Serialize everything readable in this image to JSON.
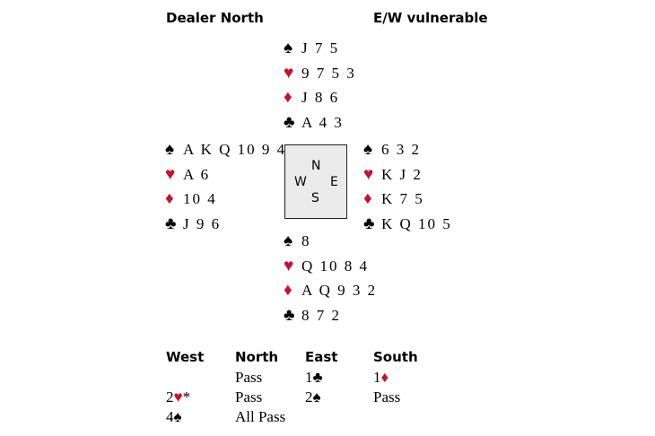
{
  "header": {
    "dealer": "Dealer North",
    "vulnerability": "E/W vulnerable"
  },
  "hands": {
    "north": {
      "spades": "J 7 5",
      "hearts": "9 7 5 3",
      "diamonds": "J 8 6",
      "clubs": "A 4 3"
    },
    "west": {
      "spades": "A K Q 10 9 4",
      "hearts": "A 6",
      "diamonds": "10 4",
      "clubs": "J 9 6"
    },
    "east": {
      "spades": "6 3 2",
      "hearts": "K J 2",
      "diamonds": "K 7 5",
      "clubs": "K Q 10 5"
    },
    "south": {
      "spades": "8",
      "hearts": "Q 10 8 4",
      "diamonds": "A Q 9 3 2",
      "clubs": "8 7 2"
    }
  },
  "compass": {
    "n": "N",
    "w": "W",
    "e": "E",
    "s": "S"
  },
  "auction": {
    "headers": {
      "west": "West",
      "north": "North",
      "east": "East",
      "south": "South"
    },
    "r1_north": "Pass",
    "r1_east_level": "1",
    "r1_east_suit": "♣",
    "r1_south_level": "1",
    "r1_south_suit": "♦",
    "r2_west_level": "2",
    "r2_west_suit": "♥",
    "r2_west_note": "*",
    "r2_north": "Pass",
    "r2_east_level": "2",
    "r2_east_suit": "♠",
    "r2_south": "Pass",
    "r3_west_level": "4",
    "r3_west_suit": "♠",
    "r3_north": "All Pass"
  },
  "colors": {
    "red_suit": "#c8102e",
    "black_suit": "#000000",
    "table_fill": "#ebebeb"
  }
}
